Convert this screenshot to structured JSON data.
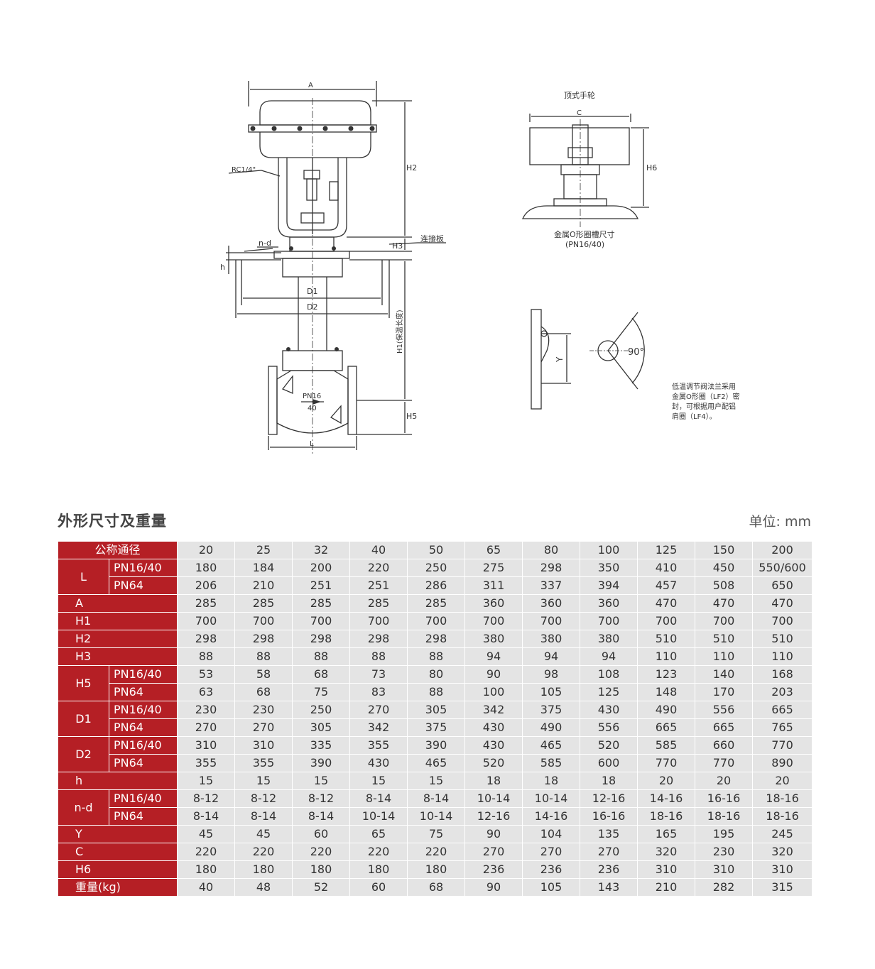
{
  "drawing": {
    "dim_A": "A",
    "dim_H2": "H2",
    "dim_H3": "H3",
    "dim_h": "h",
    "dim_nd": "n-d",
    "dim_D1": "D1",
    "dim_D2": "D2",
    "dim_H1": "H1(保温长度)",
    "dim_H5": "H5",
    "dim_L": "L",
    "rc_label": "RC1/4\"",
    "connect_plate": "连接板",
    "pn_top": "PN16",
    "pn_bottom": "40",
    "top_handwheel": "顶式手轮",
    "dim_C": "C",
    "dim_H6": "H6",
    "oring_caption_1": "金属O形圈槽尺寸",
    "oring_caption_2": "(PN16/40)",
    "dim_Y": "Y",
    "angle": "90°",
    "note_lines": [
      "低温调节阀法兰采用",
      "金属O形圈（LF2）密",
      "封，可根据用户配铝",
      "肩圈（LF4）。"
    ]
  },
  "section_title": "外形尺寸及重量",
  "unit_label": "单位: mm",
  "table": {
    "header": {
      "label": "公称通径",
      "values": [
        "20",
        "25",
        "32",
        "40",
        "50",
        "65",
        "80",
        "100",
        "125",
        "150",
        "200"
      ]
    },
    "rows": [
      {
        "group": "L",
        "span": 2,
        "sub": "PN16/40",
        "values": [
          "180",
          "184",
          "200",
          "220",
          "250",
          "275",
          "298",
          "350",
          "410",
          "450",
          "550/600"
        ]
      },
      {
        "sub": "PN64",
        "values": [
          "206",
          "210",
          "251",
          "251",
          "286",
          "311",
          "337",
          "394",
          "457",
          "508",
          "650"
        ]
      },
      {
        "label": "A",
        "values": [
          "285",
          "285",
          "285",
          "285",
          "285",
          "360",
          "360",
          "360",
          "470",
          "470",
          "470"
        ]
      },
      {
        "label": "H1",
        "values": [
          "700",
          "700",
          "700",
          "700",
          "700",
          "700",
          "700",
          "700",
          "700",
          "700",
          "700"
        ]
      },
      {
        "label": "H2",
        "values": [
          "298",
          "298",
          "298",
          "298",
          "298",
          "380",
          "380",
          "380",
          "510",
          "510",
          "510"
        ]
      },
      {
        "label": "H3",
        "values": [
          "88",
          "88",
          "88",
          "88",
          "88",
          "94",
          "94",
          "94",
          "110",
          "110",
          "110"
        ]
      },
      {
        "group": "H5",
        "span": 2,
        "sub": "PN16/40",
        "values": [
          "53",
          "58",
          "68",
          "73",
          "80",
          "90",
          "98",
          "108",
          "123",
          "140",
          "168"
        ]
      },
      {
        "sub": "PN64",
        "values": [
          "63",
          "68",
          "75",
          "83",
          "88",
          "100",
          "105",
          "125",
          "148",
          "170",
          "203"
        ]
      },
      {
        "group": "D1",
        "span": 2,
        "sub": "PN16/40",
        "values": [
          "230",
          "230",
          "250",
          "270",
          "305",
          "342",
          "375",
          "430",
          "490",
          "556",
          "665"
        ]
      },
      {
        "sub": "PN64",
        "values": [
          "270",
          "270",
          "305",
          "342",
          "375",
          "430",
          "490",
          "556",
          "665",
          "665",
          "765"
        ]
      },
      {
        "group": "D2",
        "span": 2,
        "sub": "PN16/40",
        "values": [
          "310",
          "310",
          "335",
          "355",
          "390",
          "430",
          "465",
          "520",
          "585",
          "660",
          "770"
        ]
      },
      {
        "sub": "PN64",
        "values": [
          "355",
          "355",
          "390",
          "430",
          "465",
          "520",
          "585",
          "600",
          "770",
          "770",
          "890"
        ]
      },
      {
        "label": "h",
        "values": [
          "15",
          "15",
          "15",
          "15",
          "15",
          "18",
          "18",
          "18",
          "20",
          "20",
          "20"
        ]
      },
      {
        "group": "n-d",
        "span": 2,
        "sub": "PN16/40",
        "values": [
          "8-12",
          "8-12",
          "8-12",
          "8-14",
          "8-14",
          "10-14",
          "10-14",
          "12-16",
          "14-16",
          "16-16",
          "18-16"
        ]
      },
      {
        "sub": "PN64",
        "values": [
          "8-14",
          "8-14",
          "8-14",
          "10-14",
          "10-14",
          "12-16",
          "14-16",
          "16-16",
          "18-16",
          "18-16",
          "18-16"
        ]
      },
      {
        "label": "Y",
        "values": [
          "45",
          "45",
          "60",
          "65",
          "75",
          "90",
          "104",
          "135",
          "165",
          "195",
          "245"
        ]
      },
      {
        "label": "C",
        "values": [
          "220",
          "220",
          "220",
          "220",
          "220",
          "270",
          "270",
          "270",
          "320",
          "230",
          "320"
        ]
      },
      {
        "label": "H6",
        "values": [
          "180",
          "180",
          "180",
          "180",
          "180",
          "236",
          "236",
          "236",
          "310",
          "310",
          "310"
        ]
      },
      {
        "label": "重量(kg)",
        "values": [
          "40",
          "48",
          "52",
          "60",
          "68",
          "90",
          "105",
          "143",
          "210",
          "282",
          "315"
        ]
      }
    ]
  }
}
